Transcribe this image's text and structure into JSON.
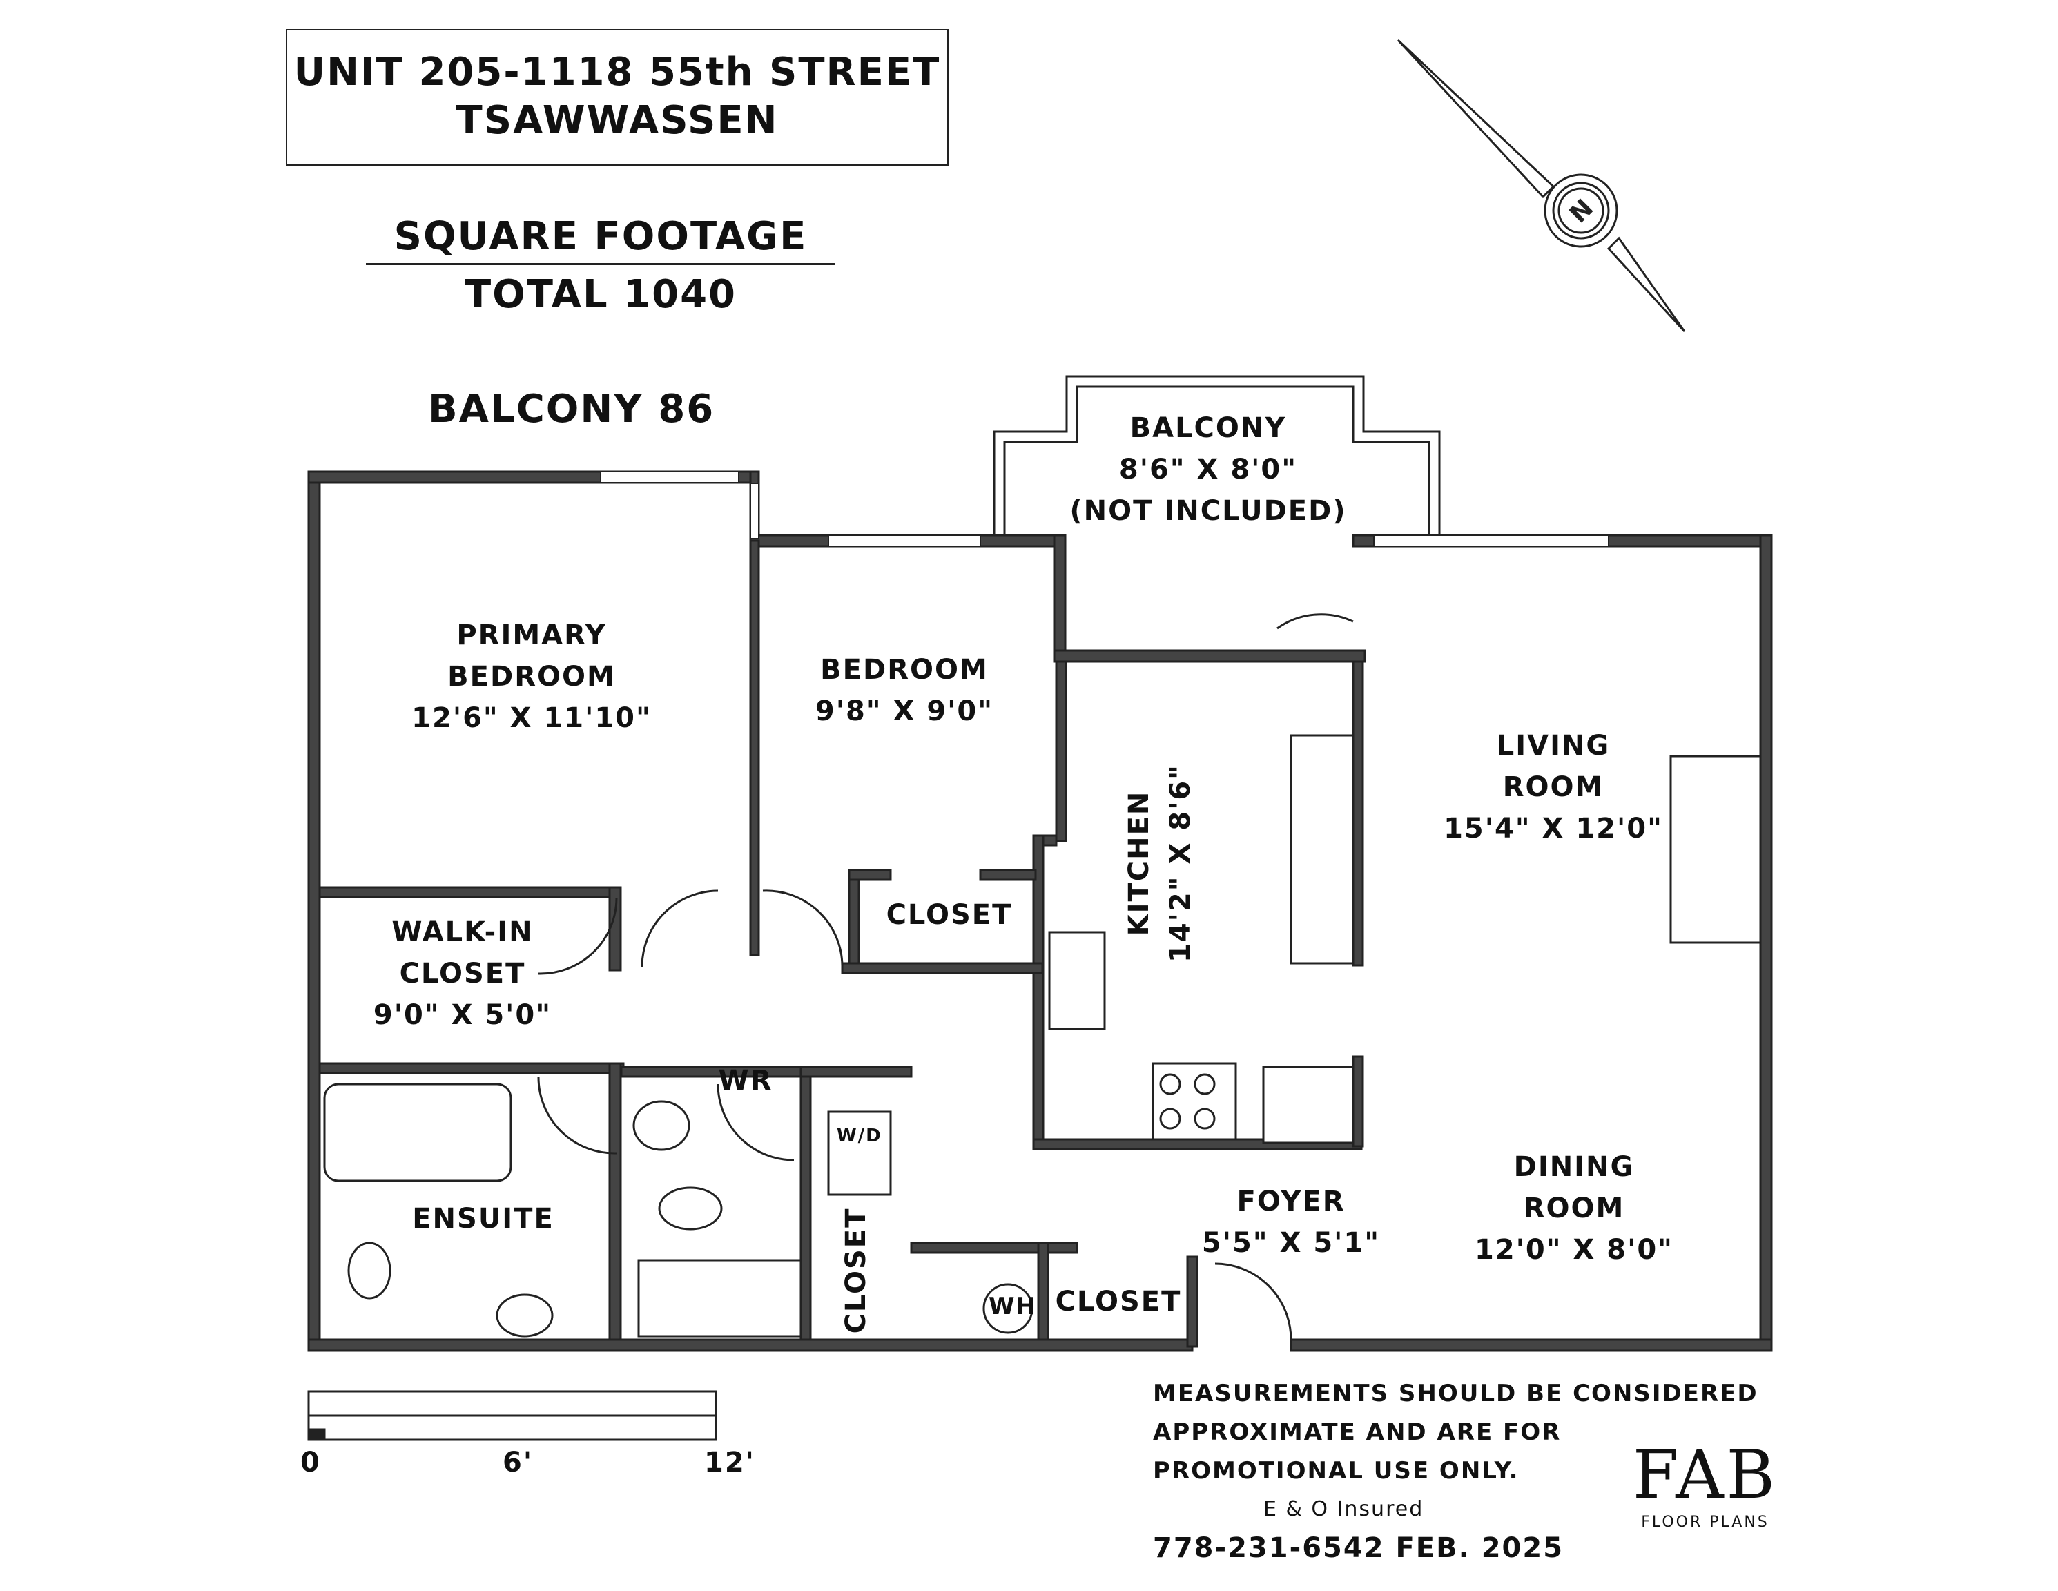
{
  "title": {
    "line1": "UNIT 205-1118 55th STREET",
    "line2": "TSAWWASSEN"
  },
  "square_footage": {
    "heading": "SQUARE FOOTAGE",
    "total": "TOTAL 1040"
  },
  "balcony_total": "BALCONY 86",
  "rooms": {
    "balcony": {
      "name": "BALCONY",
      "dims": "8'6\" X 8'0\"",
      "note": "(NOT INCLUDED)"
    },
    "primary_bedroom": {
      "name1": "PRIMARY",
      "name2": "BEDROOM",
      "dims": "12'6\" X 11'10\""
    },
    "bedroom": {
      "name": "BEDROOM",
      "dims": "9'8\" X 9'0\""
    },
    "kitchen": {
      "name": "KITCHEN",
      "dims": "14'2\" X 8'6\""
    },
    "living_room": {
      "name1": "LIVING",
      "name2": "ROOM",
      "dims": "15'4\" X 12'0\""
    },
    "walk_in_closet": {
      "name1": "WALK-IN",
      "name2": "CLOSET",
      "dims": "9'0\" X 5'0\""
    },
    "closet_bedroom": "CLOSET",
    "ensuite": "ENSUITE",
    "wr": "WR",
    "wd": "W/D",
    "closet_vertical": "CLOSET",
    "wh": "WH",
    "closet_foyer": "CLOSET",
    "foyer": {
      "name": "FOYER",
      "dims": "5'5\" X 5'1\""
    },
    "dining_room": {
      "name1": "DINING",
      "name2": "ROOM",
      "dims": "12'0\" X 8'0\""
    }
  },
  "scale": {
    "label0": "0",
    "label6": "6'",
    "label12": "12'"
  },
  "disclaimer": {
    "line1": "MEASUREMENTS SHOULD BE CONSIDERED",
    "line2": "APPROXIMATE AND ARE FOR",
    "line3": "PROMOTIONAL USE ONLY.",
    "line4": "E & O Insured",
    "line5": "778-231-6542  FEB. 2025"
  },
  "logo": {
    "mark": "FAB",
    "sub": "FLOOR PLANS"
  },
  "compass_letter": "N",
  "colors": {
    "wall": "#444444",
    "ink": "#111111"
  }
}
